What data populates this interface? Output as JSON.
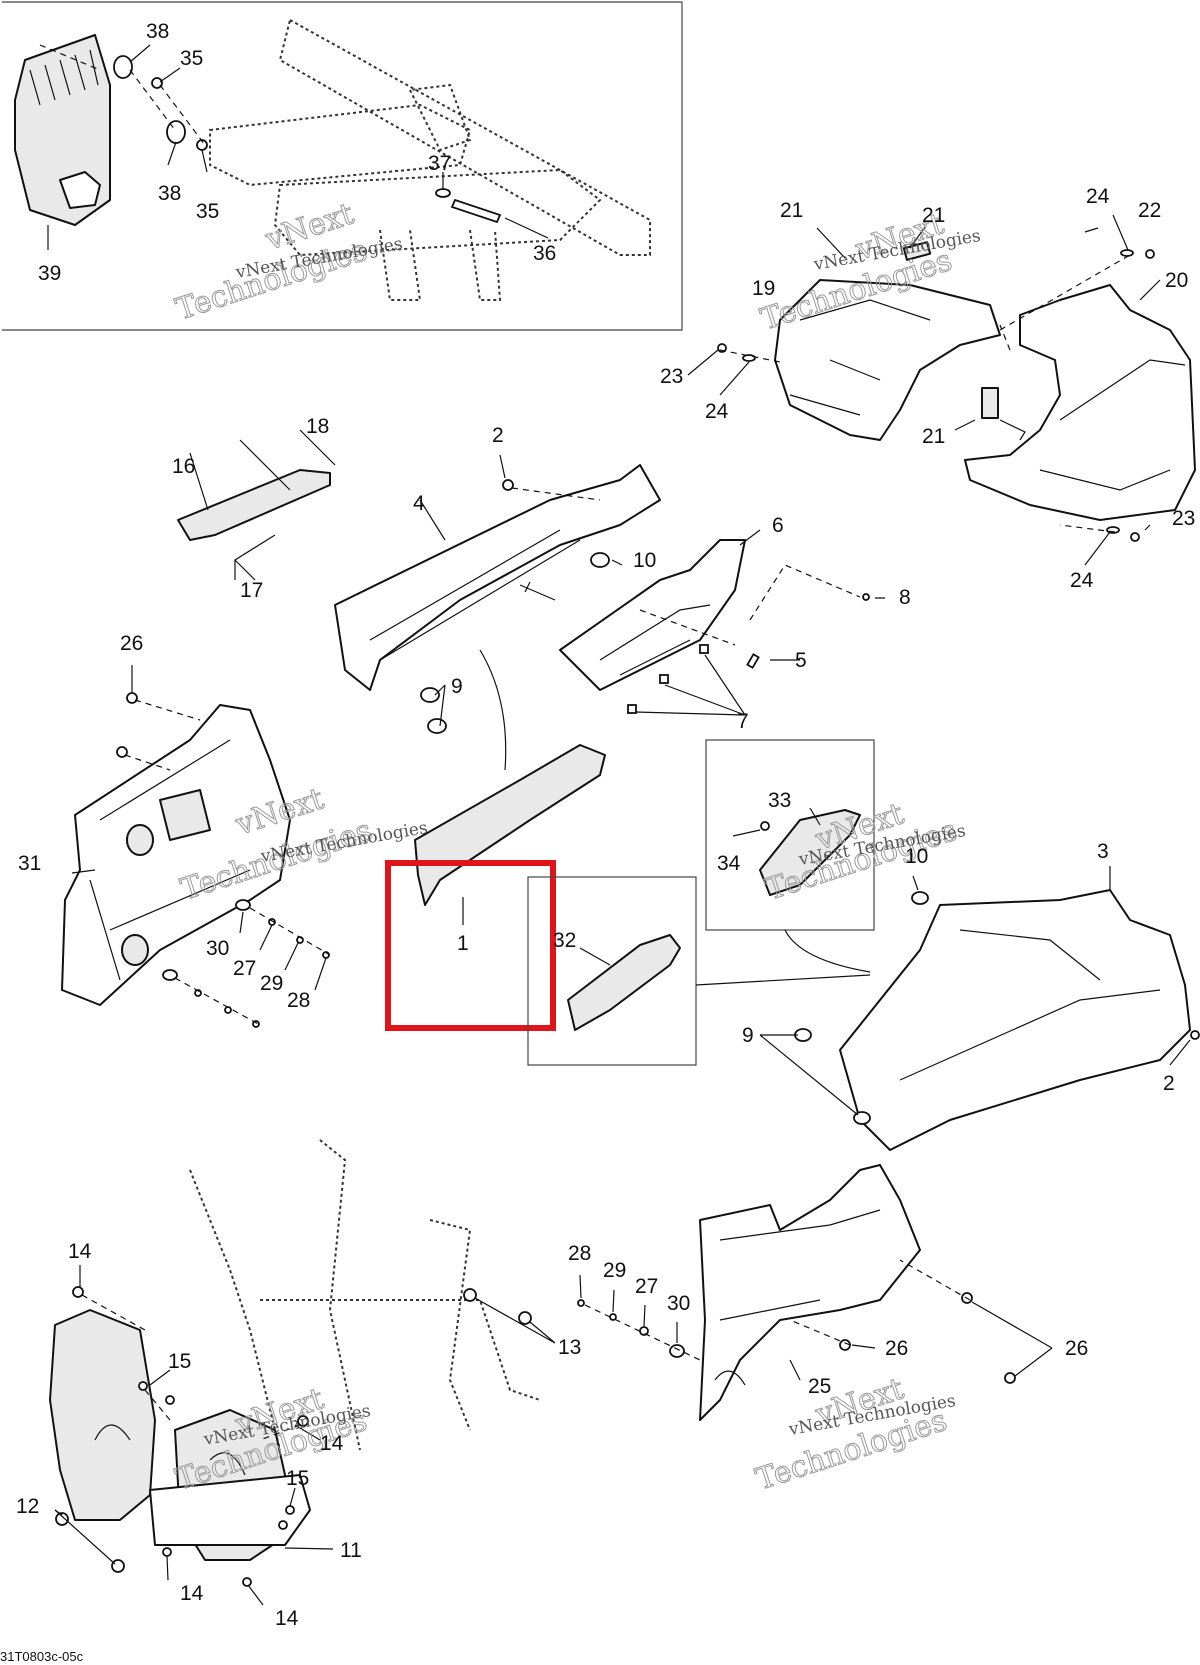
{
  "callouts": [
    {
      "id": "c1",
      "label": "1"
    },
    {
      "id": "c2a",
      "label": "2"
    },
    {
      "id": "c2b",
      "label": "2"
    },
    {
      "id": "c3",
      "label": "3"
    },
    {
      "id": "c4",
      "label": "4"
    },
    {
      "id": "c5",
      "label": "5"
    },
    {
      "id": "c6",
      "label": "6"
    },
    {
      "id": "c7",
      "label": "7"
    },
    {
      "id": "c8",
      "label": "8"
    },
    {
      "id": "c9a",
      "label": "9"
    },
    {
      "id": "c9b",
      "label": "9"
    },
    {
      "id": "c10a",
      "label": "10"
    },
    {
      "id": "c10b",
      "label": "10"
    },
    {
      "id": "c11",
      "label": "11"
    },
    {
      "id": "c12",
      "label": "12"
    },
    {
      "id": "c13",
      "label": "13"
    },
    {
      "id": "c14a",
      "label": "14"
    },
    {
      "id": "c14b",
      "label": "14"
    },
    {
      "id": "c14c",
      "label": "14"
    },
    {
      "id": "c14d",
      "label": "14"
    },
    {
      "id": "c15a",
      "label": "15"
    },
    {
      "id": "c15b",
      "label": "15"
    },
    {
      "id": "c16",
      "label": "16"
    },
    {
      "id": "c17",
      "label": "17"
    },
    {
      "id": "c18",
      "label": "18"
    },
    {
      "id": "c19",
      "label": "19"
    },
    {
      "id": "c20",
      "label": "20"
    },
    {
      "id": "c21a",
      "label": "21"
    },
    {
      "id": "c21b",
      "label": "21"
    },
    {
      "id": "c21c",
      "label": "21"
    },
    {
      "id": "c22",
      "label": "22"
    },
    {
      "id": "c23a",
      "label": "23"
    },
    {
      "id": "c23b",
      "label": "23"
    },
    {
      "id": "c24a",
      "label": "24"
    },
    {
      "id": "c24b",
      "label": "24"
    },
    {
      "id": "c24c",
      "label": "24"
    },
    {
      "id": "c25",
      "label": "25"
    },
    {
      "id": "c26a",
      "label": "26"
    },
    {
      "id": "c26b",
      "label": "26"
    },
    {
      "id": "c26c",
      "label": "26"
    },
    {
      "id": "c27a",
      "label": "27"
    },
    {
      "id": "c27b",
      "label": "27"
    },
    {
      "id": "c28a",
      "label": "28"
    },
    {
      "id": "c28b",
      "label": "28"
    },
    {
      "id": "c29a",
      "label": "29"
    },
    {
      "id": "c29b",
      "label": "29"
    },
    {
      "id": "c30a",
      "label": "30"
    },
    {
      "id": "c30b",
      "label": "30"
    },
    {
      "id": "c31",
      "label": "31"
    },
    {
      "id": "c32",
      "label": "32"
    },
    {
      "id": "c33",
      "label": "33"
    },
    {
      "id": "c34",
      "label": "34"
    },
    {
      "id": "c35a",
      "label": "35"
    },
    {
      "id": "c35b",
      "label": "35"
    },
    {
      "id": "c36",
      "label": "36"
    },
    {
      "id": "c37",
      "label": "37"
    },
    {
      "id": "c38a",
      "label": "38"
    },
    {
      "id": "c38b",
      "label": "38"
    },
    {
      "id": "c39",
      "label": "39"
    }
  ],
  "watermark": {
    "line1": "vNext",
    "line2": "Technologies",
    "small": "vNext Technologies"
  },
  "drawing_code": "31T0803c-05c",
  "highlight": {
    "color": "#e0141b"
  }
}
